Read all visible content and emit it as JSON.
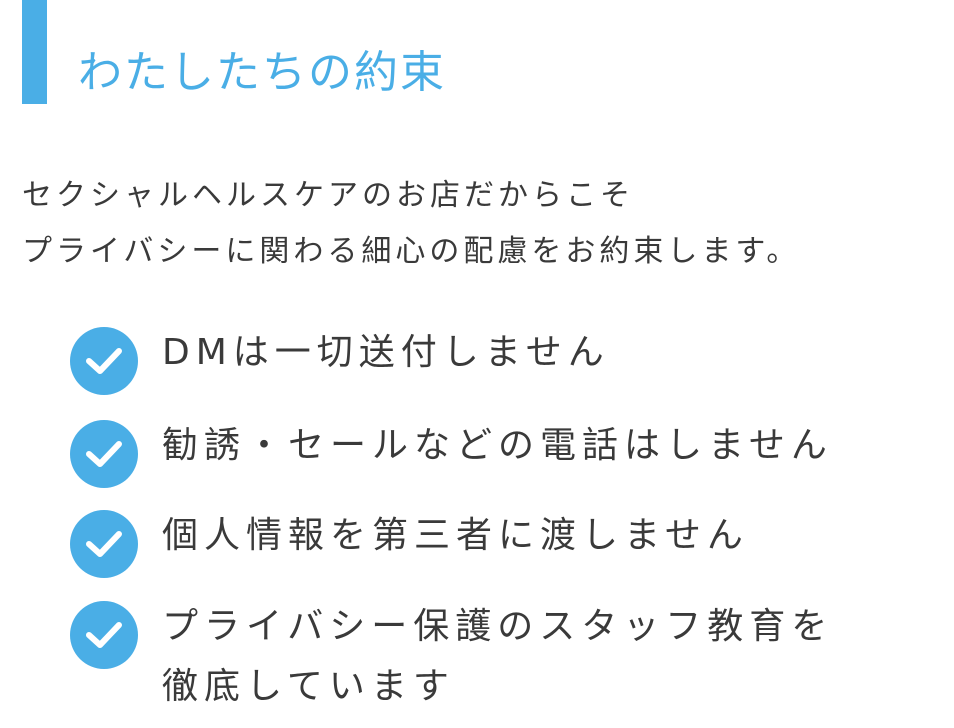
{
  "heading": {
    "title": "わたしたちの約束"
  },
  "intro": {
    "line1": "セクシャルヘルスケアのお店だからこそ",
    "line2": "プライバシーに関わる細心の配慮をお約束します。"
  },
  "promises": [
    {
      "line1": "DMは一切送付しません"
    },
    {
      "line1": "勧誘・セールなどの電話はしません"
    },
    {
      "line1": "個人情報を第三者に渡しません"
    },
    {
      "line1": "プライバシー保護のスタッフ教育を",
      "line2": "徹底しています"
    }
  ],
  "colors": {
    "accent": "#4aaee6"
  }
}
